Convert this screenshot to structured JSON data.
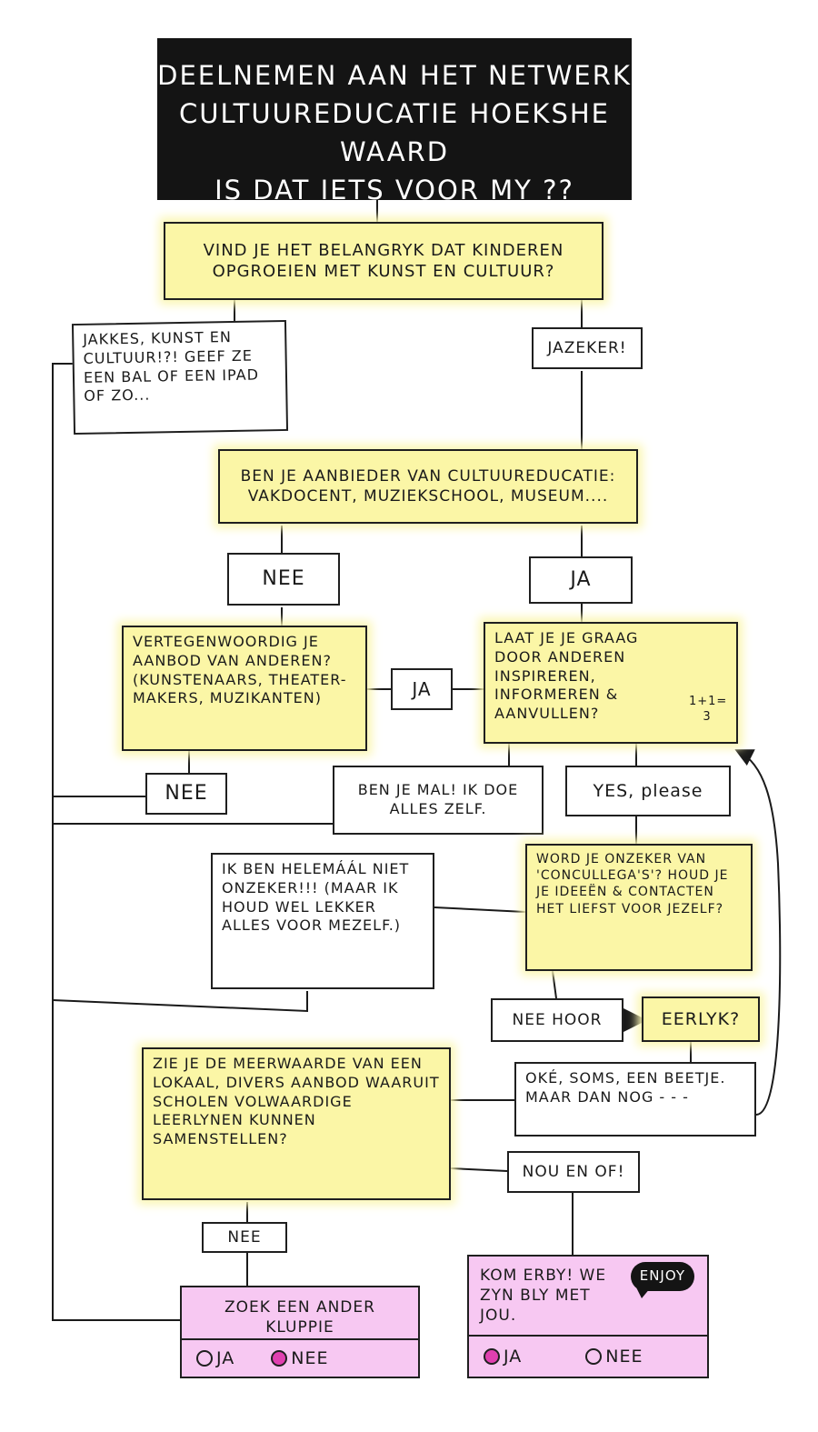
{
  "title": {
    "line1": "DEELNEMEN AAN HET NETWERK",
    "line2": "CULTUUREDUCATIE HOEKSHE WAARD",
    "line3": "IS DAT IETS VOOR MY ??"
  },
  "nodes": {
    "q1": "Vind je het BELANGRYK dat KINDEREN OPGROEIEN met KUNST en CULTUUR?",
    "jakkes": "Jakkes, KUNST en CULTUUR!?! GEEF ZE een BAL of een iPAD of zo...",
    "jazeker": "JAZEKER!",
    "q2": "Ben je AANBIEDER van CULTUUREDUCATIE: VAKDOCENT, MUZIEKSCHOOL, MUSEUM....",
    "nee1": "NEE",
    "ja1": "JA",
    "q3": "VERTEGENWOORDIG JE AANBOD VAN ANDEREN? (kunstenaars, theater-makers, muzikanten)",
    "ja2": "JA",
    "q4": "Laat je je graag DOOR ANDEREN INSPIREREN, INFORMEREN & AANVULLEN?",
    "q4_note": "1+1= 3",
    "nee2": "NEE",
    "benjemal": "BEN JE MAL! IK DOE ALLES ZELF.",
    "yes": "YES, please",
    "q5": "WORD JE ONZEKER VAN 'CONCULLEGA'S'? HOUD JE JE IDEEËN & CONTACTEN HET LIEFST VOOR JEZELF?",
    "ikben": "IK BEN helemáál NIET ONZEKER!!! (MAAR IK HOUD WEL LEKKER ALLES VOOR MEZELF.)",
    "neehoor": "NEE HOOR",
    "eerlyk": "EERLYK?",
    "oke": "OKÉ, SOMS, EEN BEETJE. MAAR DAN NOG - - -",
    "q6": "ZIE je DE MEERWAARDE van een LOKAAL, DIVERS AANBOD waaruit SCHOLEN volwaardige LEERLYNEN KUNNEN SAMENSTELLEN?",
    "nouenof": "NOU EN OF!",
    "nee3": "NEE",
    "zoek": "ZOEK EEN ANDER KLUPPIE",
    "zoek_ja": "JA",
    "zoek_nee": "NEE",
    "kom": "KOM ERBY! WE ZYN BLY MET JOU.",
    "kom_bubble": "ENJOY",
    "kom_ja": "JA",
    "kom_nee": "NEE"
  },
  "colors": {
    "yellow": "#fbf6a6",
    "pink": "#f7c8f2",
    "accent": "#e040b0",
    "title_bg": "#141414"
  }
}
